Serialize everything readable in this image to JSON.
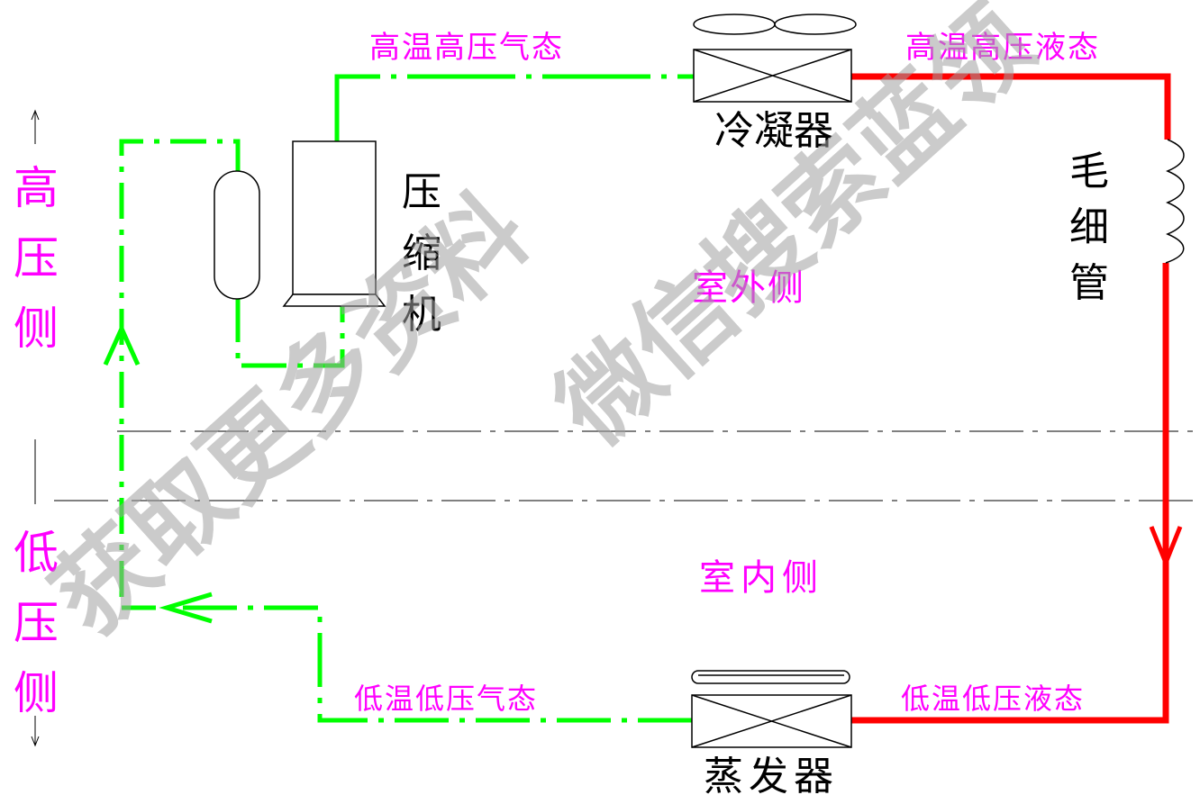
{
  "labels": {
    "hp_gas": "高温高压气态",
    "hp_liquid": "高温高压液态",
    "lp_gas": "低温低压气态",
    "lp_liquid": "低温低压液态",
    "condenser": "冷凝器",
    "evaporator": "蒸发器",
    "compressor": "压缩机",
    "capillary": "毛细管",
    "outdoor": "室外侧",
    "indoor": "室内侧",
    "high_side": "高压侧",
    "low_side": "低压侧"
  },
  "watermark": {
    "line1": "获取更多资料",
    "line2": "微信搜索蓝领"
  },
  "colors": {
    "low_pressure_line": "#00ff00",
    "high_pressure_line": "#ff0000",
    "label_text": "#ff00ff"
  }
}
